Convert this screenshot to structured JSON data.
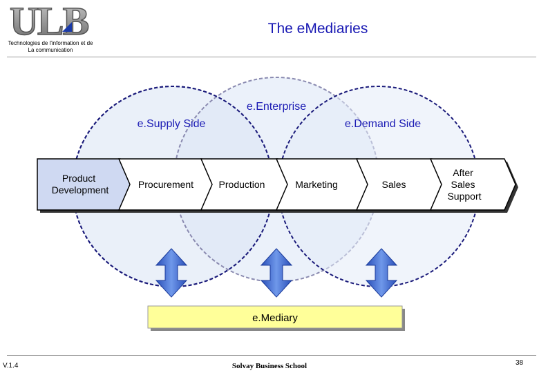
{
  "header": {
    "logo_text": "ULB",
    "logo_subtitle_line1": "Technologies de l'information et de",
    "logo_subtitle_line2": "La communication",
    "title": "The eMediaries"
  },
  "diagram": {
    "circle_labels": {
      "supply": "e.Supply Side",
      "enterprise": "e.Enterprise",
      "demand": "e.Demand Side"
    },
    "chain_steps": [
      "Product Development",
      "Procurement",
      "Production",
      "Marketing",
      "Sales",
      "After Sales Support"
    ],
    "mediary_label": "e.Mediary",
    "colors": {
      "circle_stroke": "#1a1a7a",
      "circle_fill": "#dfe8f6",
      "chevron_fill": "#ffffff",
      "first_step_fill": "#cfd9f2",
      "arrow_fill": "#4a78d6",
      "mediary_fill": "#ffff99",
      "title_color": "#1a1ab4"
    }
  },
  "footer": {
    "version": "V.1.4",
    "school": "Solvay Business School",
    "page_number": "38"
  }
}
